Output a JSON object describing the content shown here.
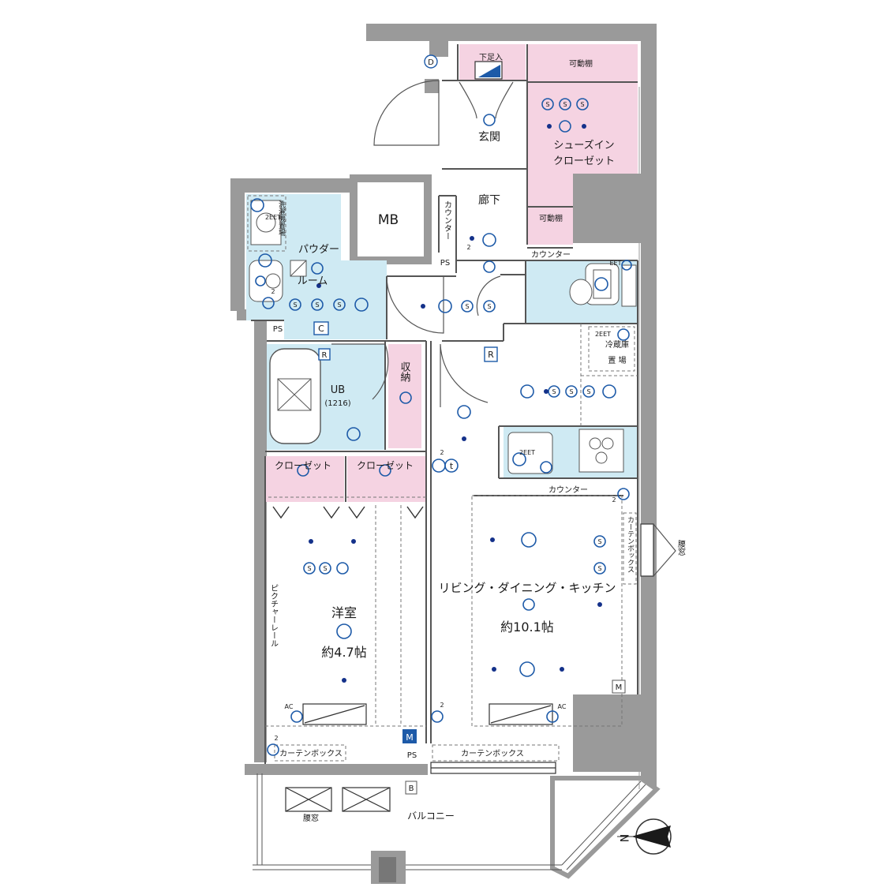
{
  "colors": {
    "wall": "#9a9a9a",
    "wet_area": "#cfeaf3",
    "storage": "#f5d3e2",
    "fixture": "#1d5aa8",
    "background": "#ffffff"
  },
  "rooms": {
    "genkan": "玄関",
    "shoes_in_1": "シューズイン",
    "shoes_in_2": "クローゼット",
    "shoe_top": "下足入",
    "movable_shelf_1": "可動棚",
    "movable_shelf_2": "可動棚",
    "corridor": "廊下",
    "mb": "MB",
    "counter_vertical": "カウンター",
    "counter_top": "カウンター",
    "counter_kitchen": "カウンター",
    "ps_1": "PS",
    "ps_2": "PS",
    "ps_3": "PS",
    "powder_1": "パウダー",
    "powder_2": "ルーム",
    "laundry": "洗濯機置場",
    "fridge_1": "冷蔵庫",
    "fridge_2": "置 場",
    "ub": "UB",
    "ub_size": "(1216)",
    "storage": "収納",
    "closet_1": "クローゼット",
    "closet_2": "クローゼット",
    "picture_rail": "ピクチャーレール",
    "western_room": "洋室",
    "western_size": "約4.7帖",
    "ldk": "リビング・ダイニング・キッチン",
    "ldk_size": "約10.1帖",
    "curtain_box_1": "カーテンボックス",
    "curtain_box_2": "カーテンボックス",
    "curtain_box_side": "カーテンボックス",
    "waist_window_1": "腰窓",
    "waist_window_2": "腰窓",
    "balcony": "バルコニー"
  },
  "symbols": {
    "d": "D",
    "c": "C",
    "r1": "R",
    "r2": "R",
    "m1": "M",
    "m2": "M",
    "b": "B",
    "t": "t",
    "s": "S",
    "ac1": "AC",
    "ac2": "AC",
    "two": "2",
    "eet": "2EET",
    "ee": "EET",
    "north": "N"
  }
}
